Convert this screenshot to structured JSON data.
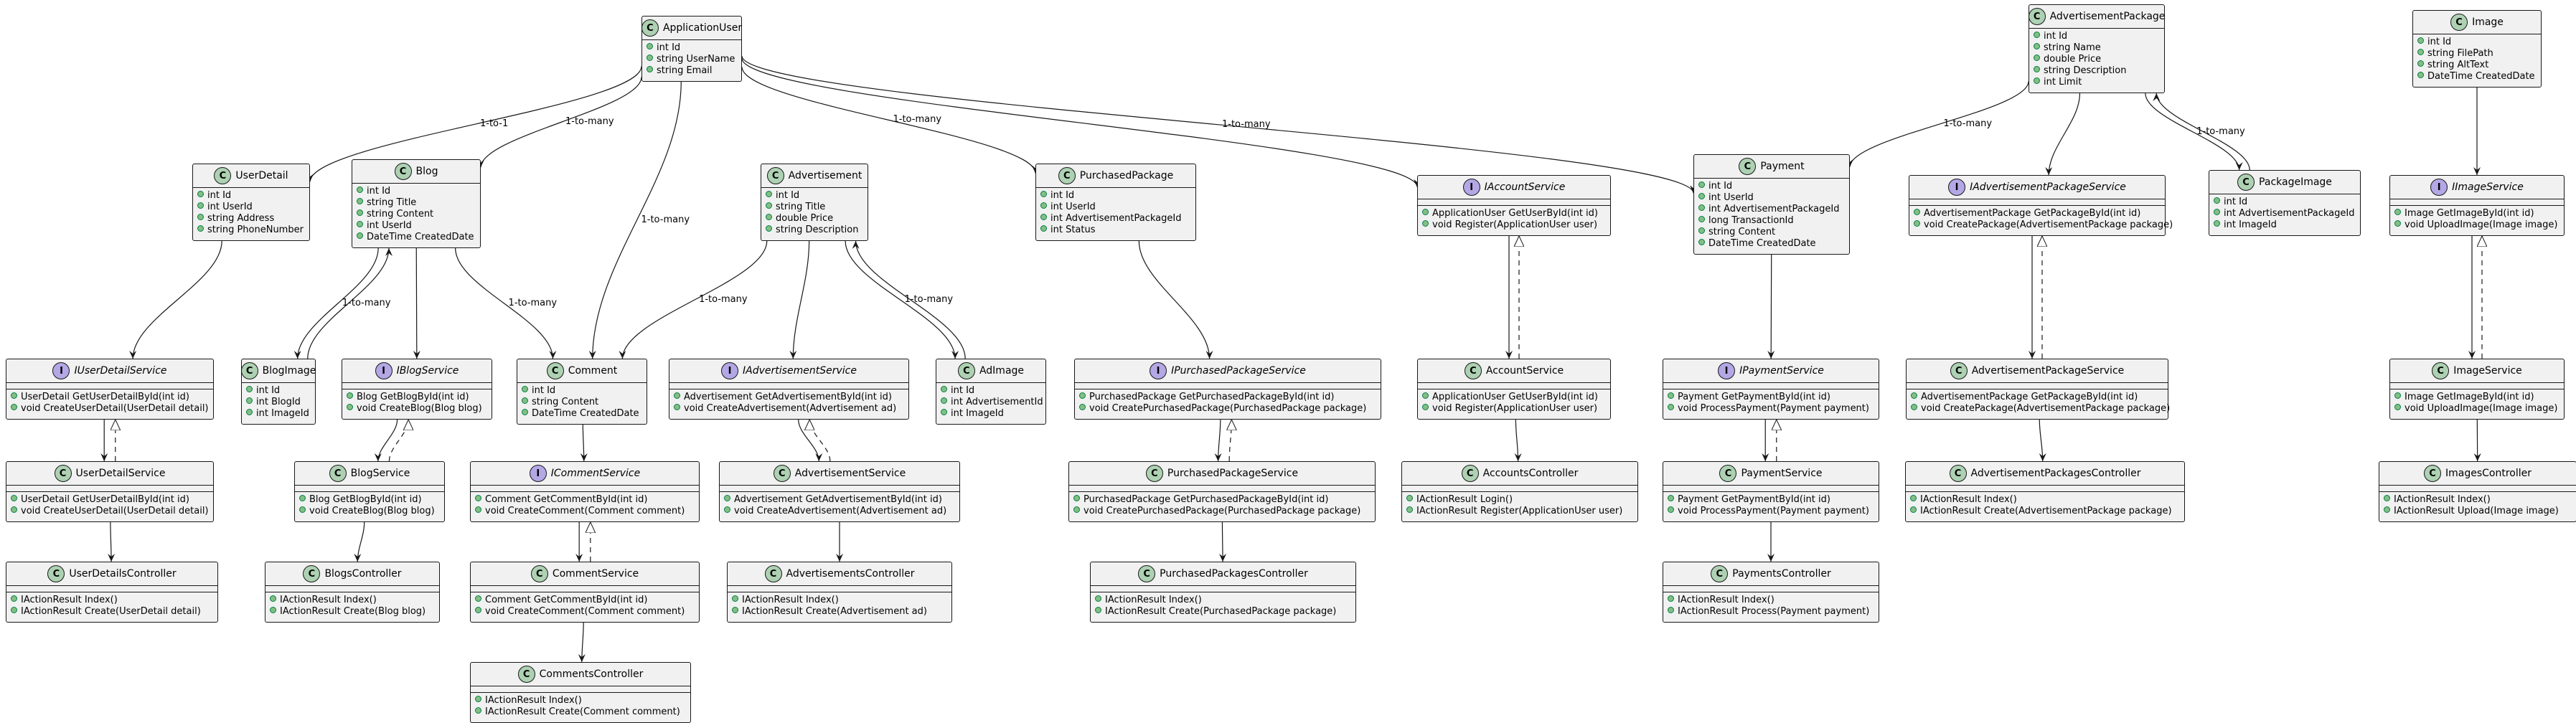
{
  "diagram": {
    "nodes": [
      {
        "id": "ApplicationUser",
        "kind": "class",
        "badge": "C",
        "name": "ApplicationUser",
        "members": [
          "int Id",
          "string UserName",
          "string Email"
        ]
      },
      {
        "id": "UserDetail",
        "kind": "class",
        "badge": "C",
        "name": "UserDetail",
        "members": [
          "int Id",
          "int UserId",
          "string Address",
          "string PhoneNumber"
        ]
      },
      {
        "id": "Blog",
        "kind": "class",
        "badge": "C",
        "name": "Blog",
        "members": [
          "int Id",
          "string Title",
          "string Content",
          "int UserId",
          "DateTime CreatedDate"
        ]
      },
      {
        "id": "Advertisement",
        "kind": "class",
        "badge": "C",
        "name": "Advertisement",
        "members": [
          "int Id",
          "string Title",
          "double Price",
          "string Description"
        ]
      },
      {
        "id": "PurchasedPackage",
        "kind": "class",
        "badge": "C",
        "name": "PurchasedPackage",
        "members": [
          "int Id",
          "int UserId",
          "int AdvertisementPackageId",
          "int Status"
        ]
      },
      {
        "id": "IAccountService",
        "kind": "interface",
        "badge": "I",
        "name": "IAccountService",
        "members": [
          "ApplicationUser GetUserById(int id)",
          "void Register(ApplicationUser user)"
        ]
      },
      {
        "id": "Payment",
        "kind": "class",
        "badge": "C",
        "name": "Payment",
        "members": [
          "int Id",
          "int UserId",
          "int AdvertisementPackageId",
          "long TransactionId",
          "string Content",
          "DateTime CreatedDate"
        ]
      },
      {
        "id": "AdvertisementPackage",
        "kind": "class",
        "badge": "C",
        "name": "AdvertisementPackage",
        "members": [
          "int Id",
          "string Name",
          "double Price",
          "string Description",
          "int Limit"
        ]
      },
      {
        "id": "IAdvertisementPackageService",
        "kind": "interface",
        "badge": "I",
        "name": "IAdvertisementPackageService",
        "members": [
          "AdvertisementPackage GetPackageById(int id)",
          "void CreatePackage(AdvertisementPackage package)"
        ]
      },
      {
        "id": "PackageImage",
        "kind": "class",
        "badge": "C",
        "name": "PackageImage",
        "members": [
          "int Id",
          "int AdvertisementPackageId",
          "int ImageId"
        ]
      },
      {
        "id": "Image",
        "kind": "class",
        "badge": "C",
        "name": "Image",
        "members": [
          "int Id",
          "string FilePath",
          "string AltText",
          "DateTime CreatedDate"
        ]
      },
      {
        "id": "IImageService",
        "kind": "interface",
        "badge": "I",
        "name": "IImageService",
        "members": [
          "Image GetImageById(int id)",
          "void UploadImage(Image image)"
        ]
      },
      {
        "id": "IUserDetailService",
        "kind": "interface",
        "badge": "I",
        "name": "IUserDetailService",
        "members": [
          "UserDetail GetUserDetailById(int id)",
          "void CreateUserDetail(UserDetail detail)"
        ]
      },
      {
        "id": "BlogImage",
        "kind": "class",
        "badge": "C",
        "name": "BlogImage",
        "members": [
          "int Id",
          "int BlogId",
          "int ImageId"
        ]
      },
      {
        "id": "IBlogService",
        "kind": "interface",
        "badge": "I",
        "name": "IBlogService",
        "members": [
          "Blog GetBlogById(int id)",
          "void CreateBlog(Blog blog)"
        ]
      },
      {
        "id": "Comment",
        "kind": "class",
        "badge": "C",
        "name": "Comment",
        "members": [
          "int Id",
          "string Content",
          "DateTime CreatedDate"
        ]
      },
      {
        "id": "IAdvertisementService",
        "kind": "interface",
        "badge": "I",
        "name": "IAdvertisementService",
        "members": [
          "Advertisement GetAdvertisementById(int id)",
          "void CreateAdvertisement(Advertisement ad)"
        ]
      },
      {
        "id": "AdImage",
        "kind": "class",
        "badge": "C",
        "name": "AdImage",
        "members": [
          "int Id",
          "int AdvertisementId",
          "int ImageId"
        ]
      },
      {
        "id": "IPurchasedPackageService",
        "kind": "interface",
        "badge": "I",
        "name": "IPurchasedPackageService",
        "members": [
          "PurchasedPackage GetPurchasedPackageById(int id)",
          "void CreatePurchasedPackage(PurchasedPackage package)"
        ]
      },
      {
        "id": "AccountService",
        "kind": "class",
        "badge": "C",
        "name": "AccountService",
        "members": [
          "ApplicationUser GetUserById(int id)",
          "void Register(ApplicationUser user)"
        ]
      },
      {
        "id": "IPaymentService",
        "kind": "interface",
        "badge": "I",
        "name": "IPaymentService",
        "members": [
          "Payment GetPaymentById(int id)",
          "void ProcessPayment(Payment payment)"
        ]
      },
      {
        "id": "AdvertisementPackageService",
        "kind": "class",
        "badge": "C",
        "name": "AdvertisementPackageService",
        "members": [
          "AdvertisementPackage GetPackageById(int id)",
          "void CreatePackage(AdvertisementPackage package)"
        ]
      },
      {
        "id": "ImageService",
        "kind": "class",
        "badge": "C",
        "name": "ImageService",
        "members": [
          "Image GetImageById(int id)",
          "void UploadImage(Image image)"
        ]
      },
      {
        "id": "UserDetailService",
        "kind": "class",
        "badge": "C",
        "name": "UserDetailService",
        "members": [
          "UserDetail GetUserDetailById(int id)",
          "void CreateUserDetail(UserDetail detail)"
        ]
      },
      {
        "id": "BlogService",
        "kind": "class",
        "badge": "C",
        "name": "BlogService",
        "members": [
          "Blog GetBlogById(int id)",
          "void CreateBlog(Blog blog)"
        ]
      },
      {
        "id": "ICommentService",
        "kind": "interface",
        "badge": "I",
        "name": "ICommentService",
        "members": [
          "Comment GetCommentById(int id)",
          "void CreateComment(Comment comment)"
        ]
      },
      {
        "id": "AdvertisementService",
        "kind": "class",
        "badge": "C",
        "name": "AdvertisementService",
        "members": [
          "Advertisement GetAdvertisementById(int id)",
          "void CreateAdvertisement(Advertisement ad)"
        ]
      },
      {
        "id": "PurchasedPackageService",
        "kind": "class",
        "badge": "C",
        "name": "PurchasedPackageService",
        "members": [
          "PurchasedPackage GetPurchasedPackageById(int id)",
          "void CreatePurchasedPackage(PurchasedPackage package)"
        ]
      },
      {
        "id": "AccountsController",
        "kind": "class",
        "badge": "C",
        "name": "AccountsController",
        "members": [
          "IActionResult Login()",
          "IActionResult Register(ApplicationUser user)"
        ]
      },
      {
        "id": "PaymentService",
        "kind": "class",
        "badge": "C",
        "name": "PaymentService",
        "members": [
          "Payment GetPaymentById(int id)",
          "void ProcessPayment(Payment payment)"
        ]
      },
      {
        "id": "AdvertisementPackagesController",
        "kind": "class",
        "badge": "C",
        "name": "AdvertisementPackagesController",
        "members": [
          "IActionResult Index()",
          "IActionResult Create(AdvertisementPackage package)"
        ]
      },
      {
        "id": "ImagesController",
        "kind": "class",
        "badge": "C",
        "name": "ImagesController",
        "members": [
          "IActionResult Index()",
          "IActionResult Upload(Image image)"
        ]
      },
      {
        "id": "UserDetailsController",
        "kind": "class",
        "badge": "C",
        "name": "UserDetailsController",
        "members": [
          "IActionResult Index()",
          "IActionResult Create(UserDetail detail)"
        ]
      },
      {
        "id": "BlogsController",
        "kind": "class",
        "badge": "C",
        "name": "BlogsController",
        "members": [
          "IActionResult Index()",
          "IActionResult Create(Blog blog)"
        ]
      },
      {
        "id": "CommentService",
        "kind": "class",
        "badge": "C",
        "name": "CommentService",
        "members": [
          "Comment GetCommentById(int id)",
          "void CreateComment(Comment comment)"
        ]
      },
      {
        "id": "AdvertisementsController",
        "kind": "class",
        "badge": "C",
        "name": "AdvertisementsController",
        "members": [
          "IActionResult Index()",
          "IActionResult Create(Advertisement ad)"
        ]
      },
      {
        "id": "PurchasedPackagesController",
        "kind": "class",
        "badge": "C",
        "name": "PurchasedPackagesController",
        "members": [
          "IActionResult Index()",
          "IActionResult Create(PurchasedPackage package)"
        ]
      },
      {
        "id": "PaymentsController",
        "kind": "class",
        "badge": "C",
        "name": "PaymentsController",
        "members": [
          "IActionResult Index()",
          "IActionResult Process(Payment payment)"
        ]
      },
      {
        "id": "CommentsController",
        "kind": "class",
        "badge": "C",
        "name": "CommentsController",
        "members": [
          "IActionResult Index()",
          "IActionResult Create(Comment comment)"
        ]
      }
    ],
    "edges": [
      {
        "from": "ApplicationUser",
        "to": "UserDetail",
        "style": "assoc",
        "label": "1-to-1"
      },
      {
        "from": "ApplicationUser",
        "to": "Blog",
        "style": "assoc",
        "label": "1-to-many"
      },
      {
        "from": "ApplicationUser",
        "to": "Comment",
        "style": "assoc",
        "label": "1-to-many"
      },
      {
        "from": "ApplicationUser",
        "to": "PurchasedPackage",
        "style": "assoc",
        "label": "1-to-many"
      },
      {
        "from": "ApplicationUser",
        "to": "IAccountService",
        "style": "assoc",
        "label": ""
      },
      {
        "from": "ApplicationUser",
        "to": "Payment",
        "style": "assoc",
        "label": "1-to-many"
      },
      {
        "from": "AdvertisementPackage",
        "to": "Payment",
        "style": "assoc",
        "label": "1-to-many"
      },
      {
        "from": "AdvertisementPackage",
        "to": "IAdvertisementPackageService",
        "style": "assoc",
        "label": ""
      },
      {
        "from": "AdvertisementPackage",
        "to": "PackageImage",
        "style": "assoc",
        "label": "1-to-many"
      },
      {
        "from": "PackageImage",
        "to": "AdvertisementPackage",
        "style": "assoc",
        "label": ""
      },
      {
        "from": "Image",
        "to": "IImageService",
        "style": "assoc",
        "label": ""
      },
      {
        "from": "UserDetail",
        "to": "IUserDetailService",
        "style": "assoc",
        "label": ""
      },
      {
        "from": "Blog",
        "to": "BlogImage",
        "style": "assoc",
        "label": "1-to-many"
      },
      {
        "from": "BlogImage",
        "to": "Blog",
        "style": "assoc",
        "label": ""
      },
      {
        "from": "Blog",
        "to": "IBlogService",
        "style": "assoc",
        "label": ""
      },
      {
        "from": "Blog",
        "to": "Comment",
        "style": "assoc",
        "label": "1-to-many"
      },
      {
        "from": "Advertisement",
        "to": "Comment",
        "style": "assoc",
        "label": "1-to-many"
      },
      {
        "from": "Advertisement",
        "to": "IAdvertisementService",
        "style": "assoc",
        "label": ""
      },
      {
        "from": "Advertisement",
        "to": "AdImage",
        "style": "assoc",
        "label": "1-to-many"
      },
      {
        "from": "AdImage",
        "to": "Advertisement",
        "style": "assoc",
        "label": ""
      },
      {
        "from": "PurchasedPackage",
        "to": "IPurchasedPackageService",
        "style": "assoc",
        "label": ""
      },
      {
        "from": "IAccountService",
        "to": "AccountService",
        "style": "assoc",
        "label": ""
      },
      {
        "from": "AccountService",
        "to": "IAccountService",
        "style": "realize",
        "label": ""
      },
      {
        "from": "Payment",
        "to": "IPaymentService",
        "style": "assoc",
        "label": ""
      },
      {
        "from": "IAdvertisementPackageService",
        "to": "AdvertisementPackageService",
        "style": "assoc",
        "label": ""
      },
      {
        "from": "AdvertisementPackageService",
        "to": "IAdvertisementPackageService",
        "style": "realize",
        "label": ""
      },
      {
        "from": "IImageService",
        "to": "ImageService",
        "style": "assoc",
        "label": ""
      },
      {
        "from": "ImageService",
        "to": "IImageService",
        "style": "realize",
        "label": ""
      },
      {
        "from": "IUserDetailService",
        "to": "UserDetailService",
        "style": "assoc",
        "label": ""
      },
      {
        "from": "UserDetailService",
        "to": "IUserDetailService",
        "style": "realize",
        "label": ""
      },
      {
        "from": "IBlogService",
        "to": "BlogService",
        "style": "assoc",
        "label": ""
      },
      {
        "from": "BlogService",
        "to": "IBlogService",
        "style": "realize",
        "label": ""
      },
      {
        "from": "Comment",
        "to": "ICommentService",
        "style": "assoc",
        "label": ""
      },
      {
        "from": "IAdvertisementService",
        "to": "AdvertisementService",
        "style": "assoc",
        "label": ""
      },
      {
        "from": "AdvertisementService",
        "to": "IAdvertisementService",
        "style": "realize",
        "label": ""
      },
      {
        "from": "IPurchasedPackageService",
        "to": "PurchasedPackageService",
        "style": "assoc",
        "label": ""
      },
      {
        "from": "PurchasedPackageService",
        "to": "IPurchasedPackageService",
        "style": "realize",
        "label": ""
      },
      {
        "from": "AccountService",
        "to": "AccountsController",
        "style": "assoc",
        "label": ""
      },
      {
        "from": "IPaymentService",
        "to": "PaymentService",
        "style": "assoc",
        "label": ""
      },
      {
        "from": "PaymentService",
        "to": "IPaymentService",
        "style": "realize",
        "label": ""
      },
      {
        "from": "AdvertisementPackageService",
        "to": "AdvertisementPackagesController",
        "style": "assoc",
        "label": ""
      },
      {
        "from": "ImageService",
        "to": "ImagesController",
        "style": "assoc",
        "label": ""
      },
      {
        "from": "UserDetailService",
        "to": "UserDetailsController",
        "style": "assoc",
        "label": ""
      },
      {
        "from": "BlogService",
        "to": "BlogsController",
        "style": "assoc",
        "label": ""
      },
      {
        "from": "ICommentService",
        "to": "CommentService",
        "style": "assoc",
        "label": ""
      },
      {
        "from": "CommentService",
        "to": "ICommentService",
        "style": "realize",
        "label": ""
      },
      {
        "from": "CommentService",
        "to": "CommentsController",
        "style": "assoc",
        "label": ""
      },
      {
        "from": "AdvertisementService",
        "to": "AdvertisementsController",
        "style": "assoc",
        "label": ""
      },
      {
        "from": "PurchasedPackageService",
        "to": "PurchasedPackagesController",
        "style": "assoc",
        "label": ""
      },
      {
        "from": "PaymentService",
        "to": "PaymentsController",
        "style": "assoc",
        "label": ""
      }
    ]
  }
}
